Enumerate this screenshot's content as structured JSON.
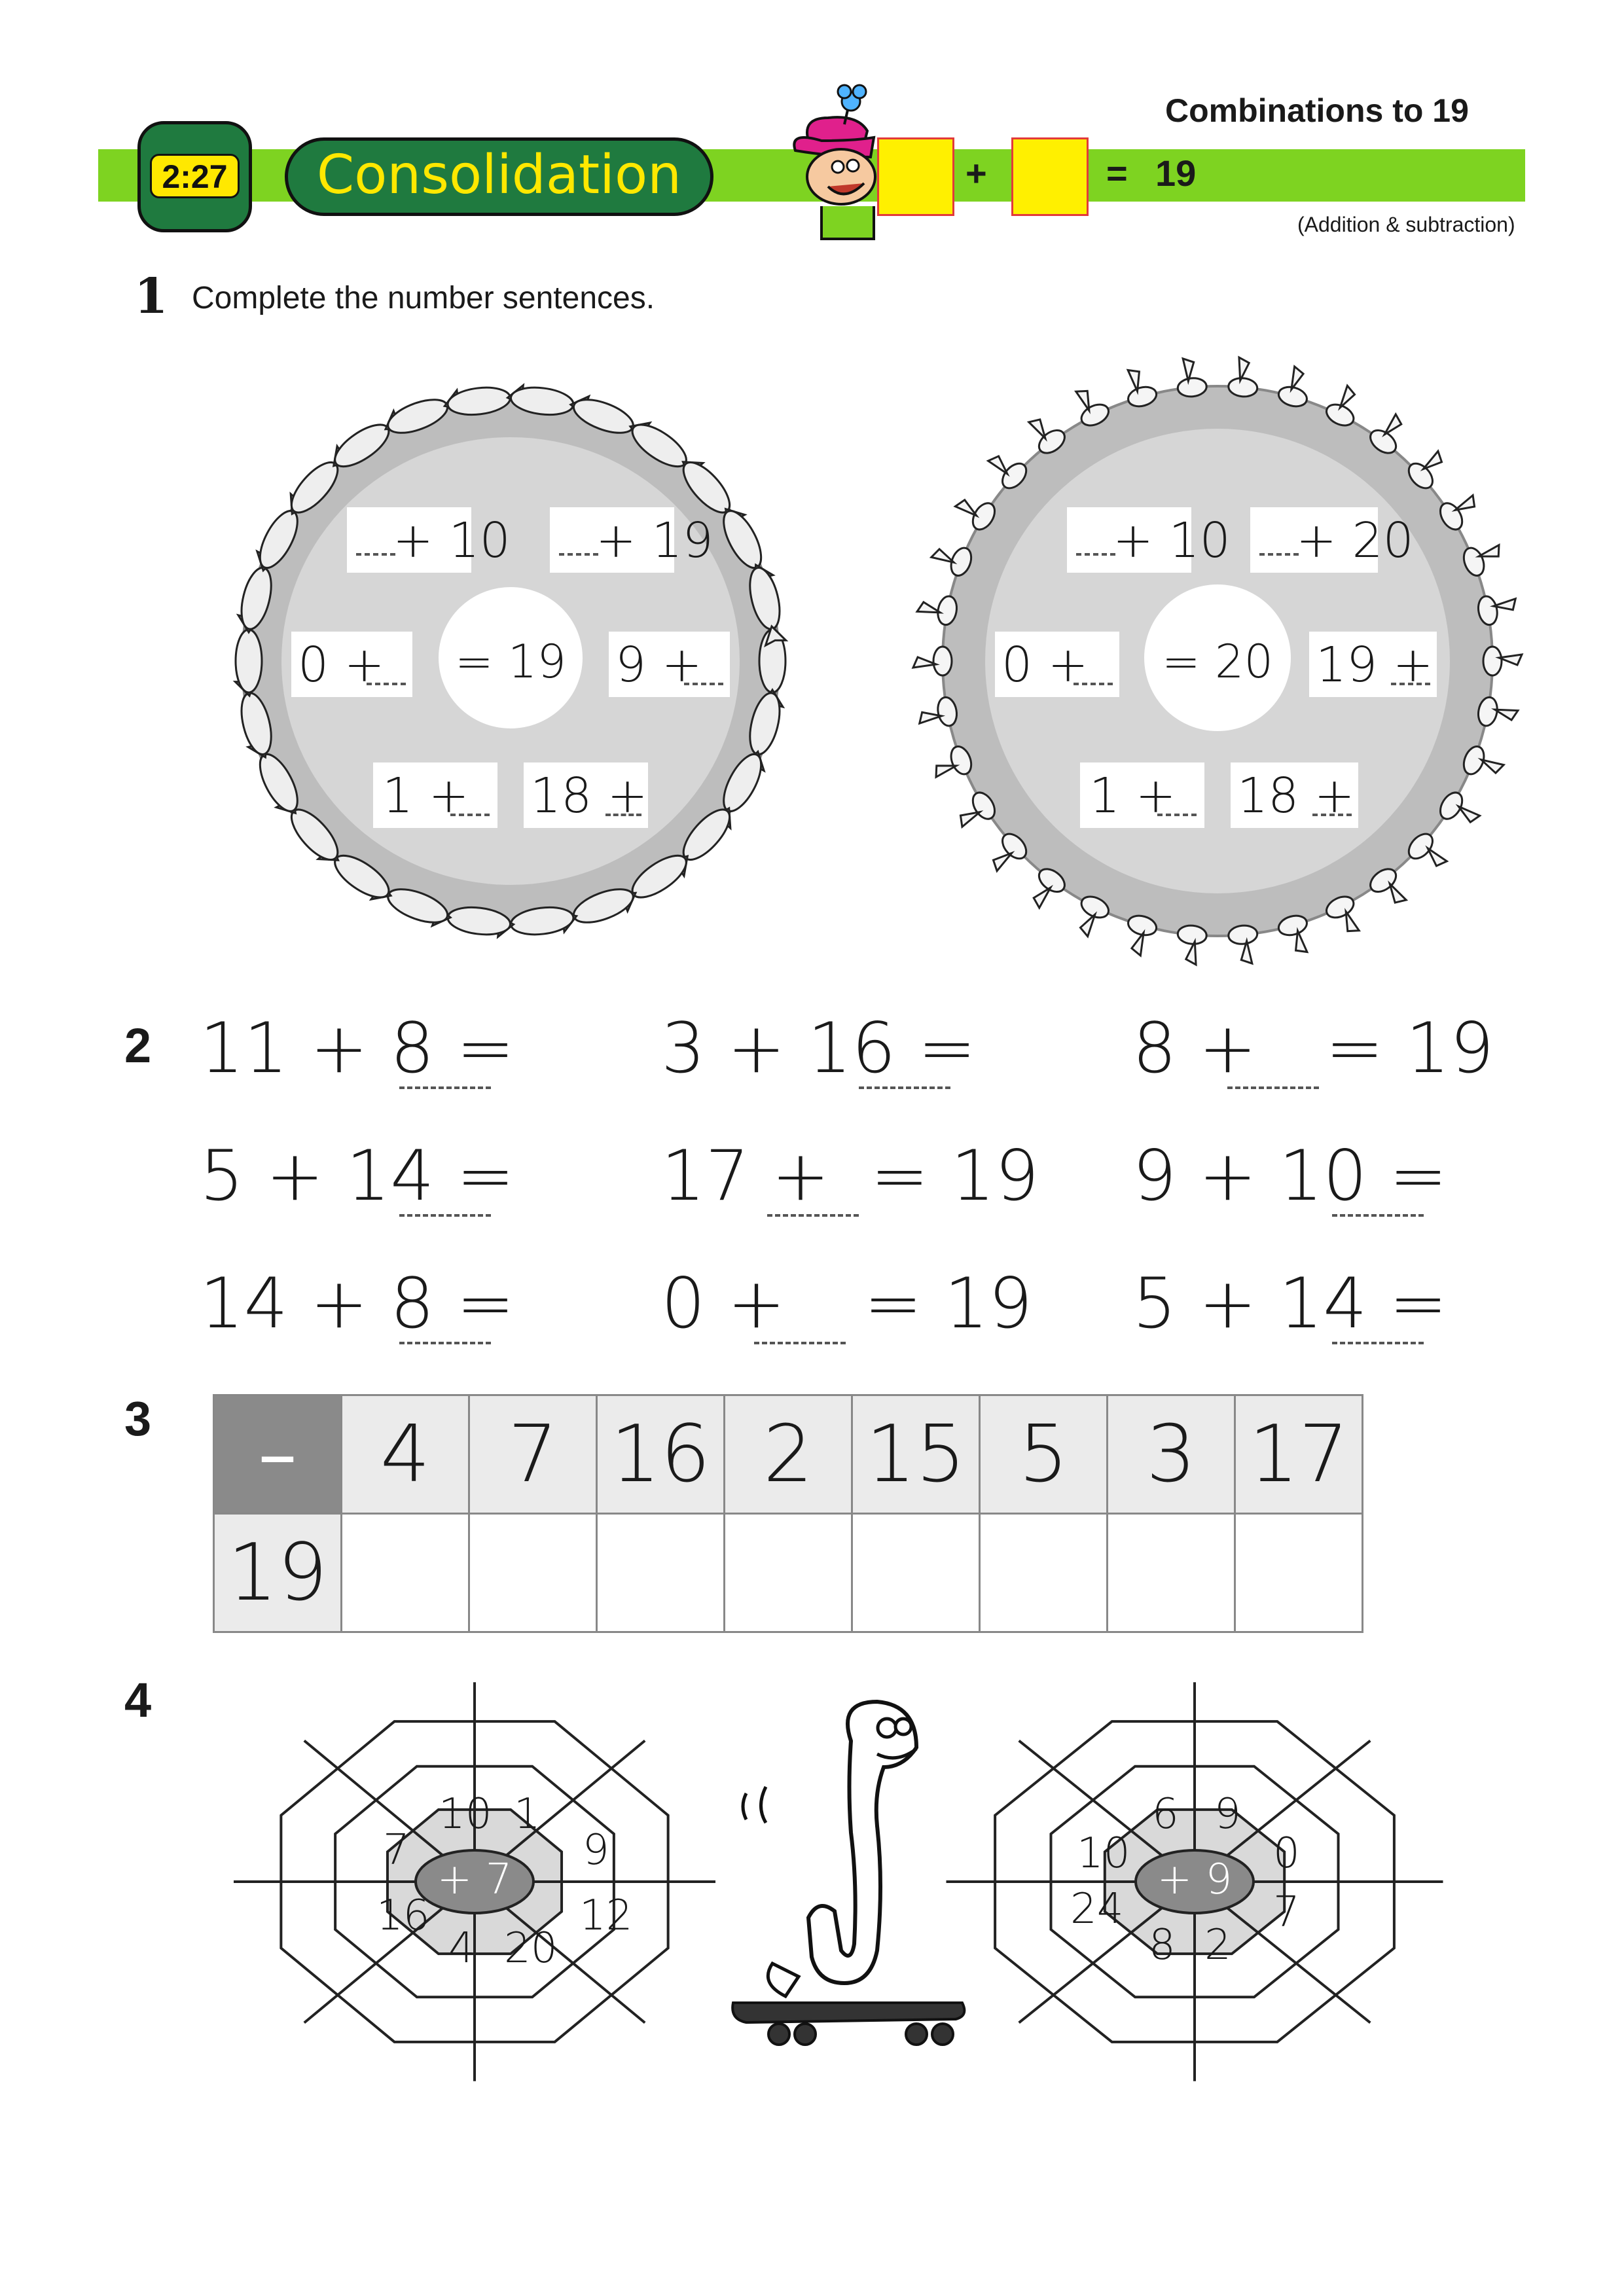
{
  "header": {
    "title": "Combinations to 19",
    "lesson_number": "2:27",
    "lesson_title": "Consolidation",
    "sum_plus": "+",
    "sum_equals": "=",
    "sum_target": "19",
    "subtitle": "(Addition & subtraction)"
  },
  "q1": {
    "number": "1",
    "instruction": "Complete the number sentences.",
    "wheel_a": {
      "center": "= 19",
      "items": [
        "+ 10",
        "+ 19",
        "0 +",
        "9 +",
        "1 +",
        "18 +"
      ]
    },
    "wheel_b": {
      "center": "= 20",
      "items": [
        "+ 10",
        "+ 20",
        "0 +",
        "19 +",
        "1 +",
        "18 +"
      ]
    }
  },
  "q2": {
    "number": "2",
    "rows": [
      [
        "11 + 8 =",
        "3 + 16 =",
        "8 +",
        "= 19"
      ],
      [
        "5 + 14 =",
        "17 +",
        "= 19",
        "9 + 10 ="
      ],
      [
        "14 + 8 =",
        "0 +",
        "= 19",
        "5 + 14 ="
      ]
    ]
  },
  "q3": {
    "number": "3",
    "operator": "–",
    "headers": [
      "4",
      "7",
      "16",
      "2",
      "15",
      "5",
      "3",
      "17"
    ],
    "start": "19"
  },
  "q4": {
    "number": "4",
    "web_a": {
      "center": "+ 7",
      "numbers": [
        "10",
        "1",
        "9",
        "12",
        "20",
        "4",
        "16",
        "7"
      ]
    },
    "web_b": {
      "center": "+ 9",
      "numbers": [
        "6",
        "9",
        "0",
        "7",
        "2",
        "8",
        "24",
        "10"
      ]
    }
  },
  "colors": {
    "green_bar": "#7ed321",
    "dark_green": "#1f7a3f",
    "yellow": "#fff000",
    "grey_ring": "#bdbdbd",
    "grey_inner": "#d6d6d6",
    "table_operator": "#8a8a8a"
  }
}
